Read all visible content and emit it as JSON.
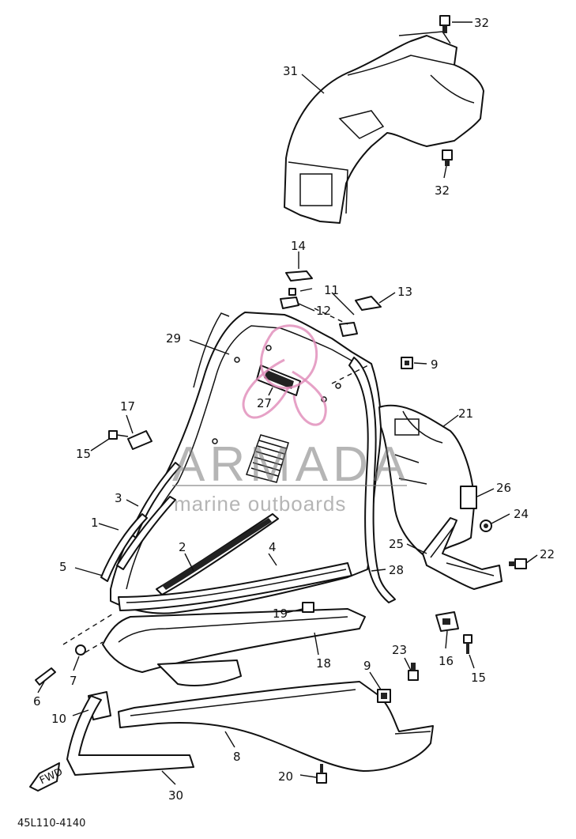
{
  "callouts": {
    "c1": "1",
    "c2": "2",
    "c3": "3",
    "c4": "4",
    "c5": "5",
    "c6": "6",
    "c7": "7",
    "c8": "8",
    "c9a": "9",
    "c9b": "9",
    "c10": "10",
    "c11": "11",
    "c12": "12",
    "c13": "13",
    "c14": "14",
    "c15a": "15",
    "c15b": "15",
    "c16": "16",
    "c17": "17",
    "c18": "18",
    "c19": "19",
    "c20": "20",
    "c21": "21",
    "c22": "22",
    "c23": "23",
    "c24": "24",
    "c25": "25",
    "c26": "26",
    "c27": "27",
    "c28": "28",
    "c29": "29",
    "c30": "30",
    "c31": "31",
    "c32a": "32",
    "c32b": "32"
  },
  "footer": {
    "diagram_code": "45L110-4140"
  },
  "fwd_label": "FWD",
  "watermark": {
    "brand": "ARMADA",
    "tagline": "marine outboards"
  },
  "colors": {
    "line": "#111111",
    "watermark_text": "#7a7a7a",
    "watermark_logo": "#e08ab8"
  }
}
